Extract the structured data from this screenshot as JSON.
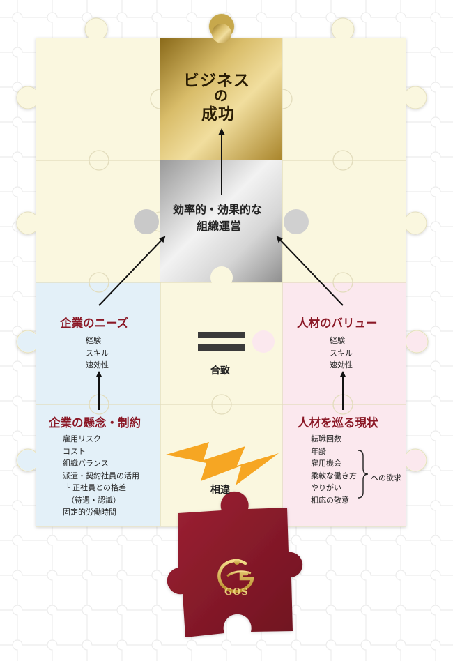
{
  "top_goal": {
    "line1": "ビジネス",
    "line2": "の",
    "line3": "成功"
  },
  "center": {
    "line1": "効率的・効果的な",
    "line2": "組織運営"
  },
  "left": {
    "heading": "企業のニーズ",
    "items": [
      "経験",
      "スキル",
      "速効性"
    ],
    "concern_heading": "企業の懸念・制約",
    "concern_items": [
      "雇用リスク",
      "コスト",
      "組織バランス",
      "派遣・契約社員の活用",
      "└ 正社員との格差",
      "（待遇・認識）",
      "固定的労働時間"
    ]
  },
  "right": {
    "heading": "人材のバリュー",
    "items": [
      "経験",
      "スキル",
      "速効性"
    ],
    "reality_heading": "人材を巡る現状",
    "reality_items": [
      "転職回数",
      "年齢",
      "雇用機会",
      "柔軟な働き方",
      "やりがい",
      "相応の敬意"
    ],
    "desire_label": "への欲求"
  },
  "match": {
    "symbol": "＝",
    "label": "合致"
  },
  "mismatch": {
    "label": "相違"
  },
  "logo": {
    "text": "GOS"
  },
  "colors": {
    "cream": "#faf7df",
    "gold": "#b8962e",
    "silver": "#bdbdbd",
    "blue": "#e3f0f8",
    "pink": "#fbe8ee",
    "red": "#8b1826",
    "orange": "#f6a623"
  }
}
